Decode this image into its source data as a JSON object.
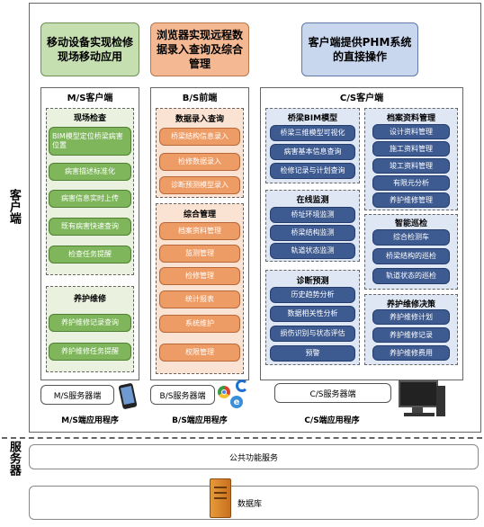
{
  "side": {
    "client": "客户端",
    "server": "服务器"
  },
  "top": {
    "mobile": "移动设备实现检修现场移动应用",
    "browser": "浏览器实现远程数据录入查询及综合管理",
    "client": "客户端提供PHM系统的直接操作"
  },
  "ms": {
    "title": "M/S客户端",
    "section1": "现场检查",
    "items1": [
      "BIM模型定位桥梁病害位置",
      "病害描述标准化",
      "病害信息实时上传",
      "既有病害快速查询",
      "检查任务提醒"
    ],
    "section2": "养护维修",
    "items2": [
      "养护维修记录查询",
      "养护维修任务提醒"
    ],
    "server": "M/S服务器端",
    "app": "M/S端应用程序"
  },
  "bs": {
    "title": "B/S前端",
    "section1": "数据录入查询",
    "items1": [
      "桥梁结构信息录入",
      "检修数据录入",
      "诊断预测模型录入"
    ],
    "section2": "综合管理",
    "items2": [
      "档案资料管理",
      "监测管理",
      "检修管理",
      "统计报表",
      "系统维护",
      "权限管理"
    ],
    "server": "B/S服务器端",
    "app": "B/S端应用程序"
  },
  "cs": {
    "title": "C/S客户端",
    "bim": "桥梁BIM模型",
    "bim_items": [
      "桥梁三维模型可视化",
      "病害基本信息查询",
      "检修记录与计划查询"
    ],
    "monitor": "在线监测",
    "monitor_items": [
      "桥址环境监测",
      "桥梁结构监测",
      "轨道状态监测"
    ],
    "diag": "诊断预测",
    "diag_items": [
      "历史趋势分析",
      "数据相关性分析",
      "损伤识别与状态评估",
      "预警"
    ],
    "archive": "档案资料管理",
    "archive_items": [
      "设计资料管理",
      "施工资料管理",
      "竣工资料管理",
      "有限元分析",
      "养护维修管理"
    ],
    "smart": "智能巡检",
    "smart_items": [
      "综合检测车",
      "桥梁结构的巡检",
      "轨道状态的巡检"
    ],
    "maint": "养护维修决策",
    "maint_items": [
      "养护维修计划",
      "养护维修记录",
      "养护维修费用"
    ],
    "server": "C/S服务器端",
    "app": "C/S端应用程序"
  },
  "bottom": {
    "public": "公共功能服务",
    "db": "数据库"
  },
  "colors": {
    "green": "#7fb65c",
    "orange": "#ee9c66",
    "blue": "#3d5a91"
  }
}
